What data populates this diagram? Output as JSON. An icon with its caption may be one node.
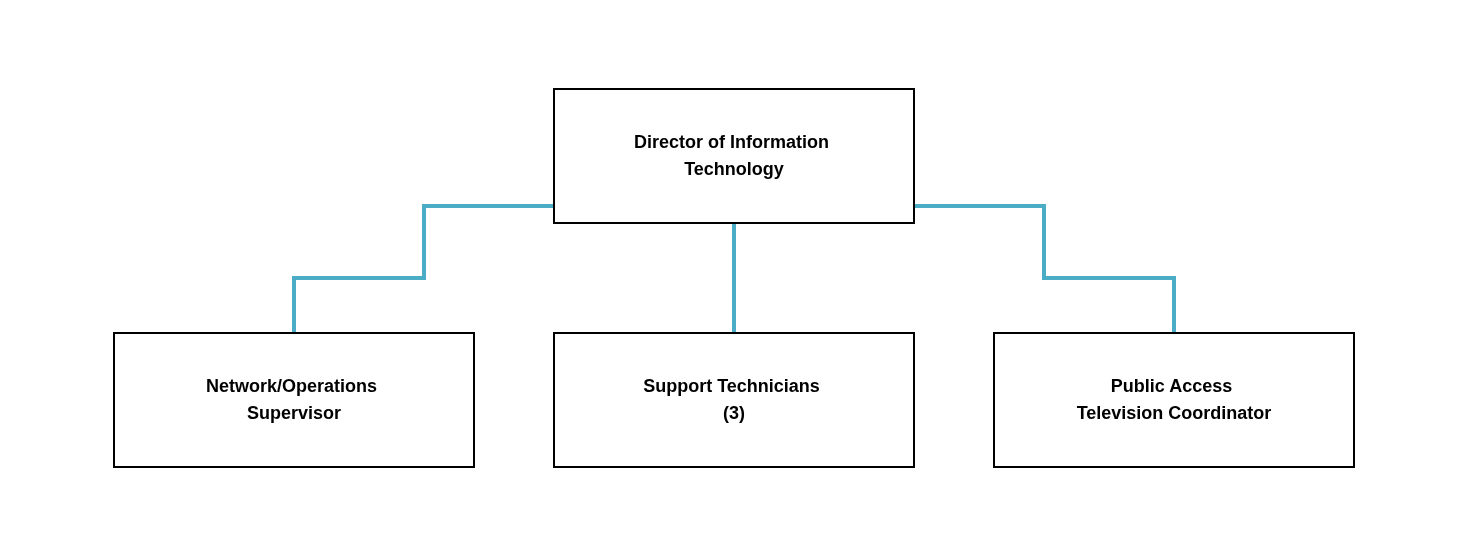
{
  "diagram": {
    "nodes": [
      {
        "text": [
          "Director of Information Technology"
        ]
      },
      {
        "text": [
          "Network/Operations Supervisor"
        ]
      },
      {
        "text": [
          "Support Technicians (3)"
        ]
      },
      {
        "text": [
          "Public Access Television Coordinator"
        ]
      }
    ],
    "edges": [
      {
        "from": 0,
        "to": 1,
        "arrow": "none"
      },
      {
        "from": 0,
        "to": 2,
        "arrow": "none"
      },
      {
        "from": 0,
        "to": 3,
        "arrow": "none"
      }
    ]
  }
}
